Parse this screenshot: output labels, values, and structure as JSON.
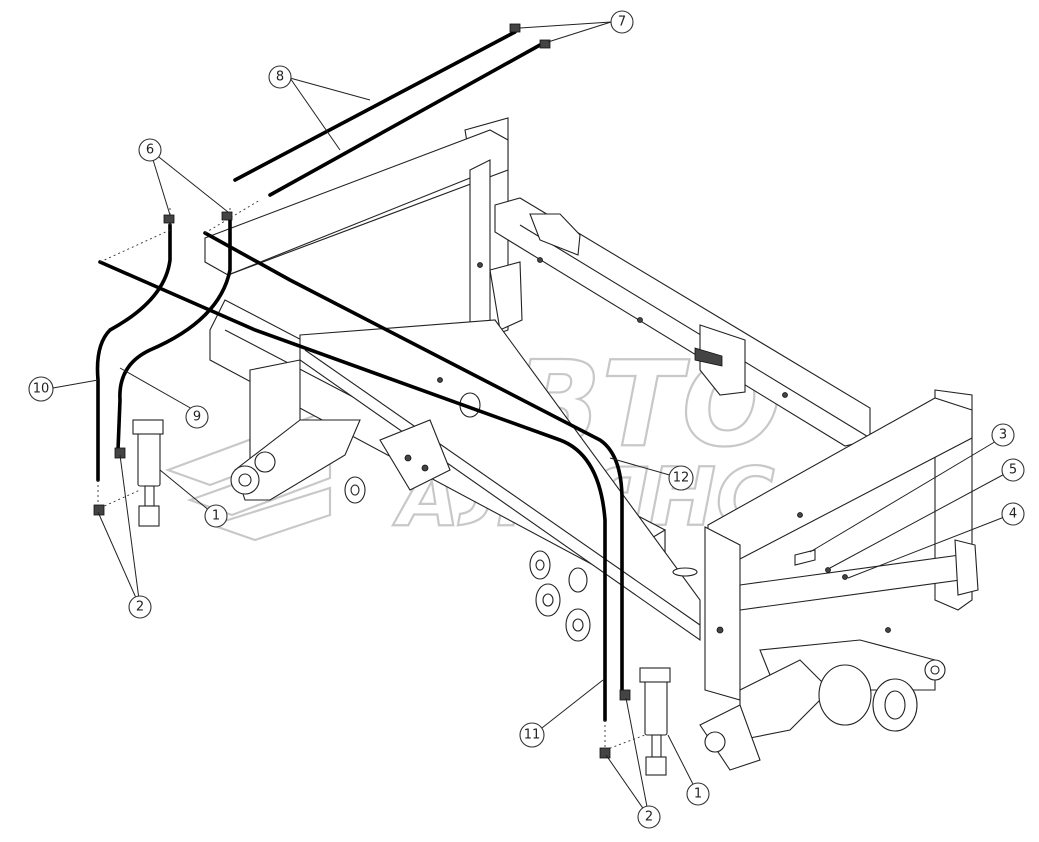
{
  "watermark": {
    "line1": "АВТО",
    "line2": "АЛЬЯНС"
  },
  "callouts": [
    {
      "id": "c1a",
      "label": "1"
    },
    {
      "id": "c1b",
      "label": "1"
    },
    {
      "id": "c2a",
      "label": "2"
    },
    {
      "id": "c2b",
      "label": "2"
    },
    {
      "id": "c3",
      "label": "3"
    },
    {
      "id": "c4",
      "label": "4"
    },
    {
      "id": "c5",
      "label": "5"
    },
    {
      "id": "c6",
      "label": "6"
    },
    {
      "id": "c7",
      "label": "7"
    },
    {
      "id": "c8",
      "label": "8"
    },
    {
      "id": "c9",
      "label": "9"
    },
    {
      "id": "c10",
      "label": "10"
    },
    {
      "id": "c11",
      "label": "11"
    },
    {
      "id": "c12",
      "label": "12"
    }
  ]
}
